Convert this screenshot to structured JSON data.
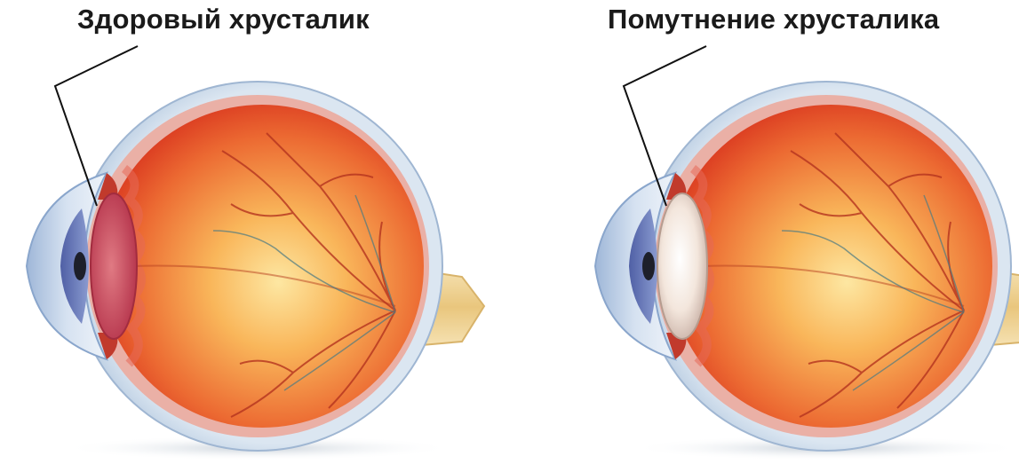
{
  "labels": {
    "healthy_lens": "Здоровый хрусталик",
    "cloudy_lens": "Помутнение хрусталика"
  },
  "colors": {
    "sclera_outer": "#c9d9ea",
    "choroid": "#e9a7a0",
    "retina_inner": "#d9361f",
    "vitreous_center": "#fbd577",
    "iris": "#6877b8",
    "healthy_lens": "#c4404e",
    "cloudy_lens": "#f6ece3",
    "optic_nerve": "#f0d69c",
    "vessels": "#b5341f"
  },
  "icons": [
    "eye-cross-section-healthy",
    "eye-cross-section-cataract"
  ]
}
